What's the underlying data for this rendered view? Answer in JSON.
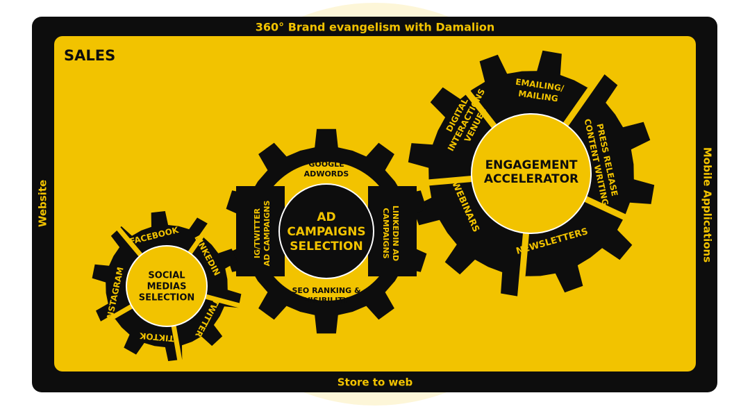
{
  "frame": {
    "top_title": "360° Brand evangelism with Damalion",
    "bottom_title": "Store to web",
    "left_title": "Website",
    "right_title": "Mobile Applications",
    "section_label": "SALES"
  },
  "colors": {
    "accent": "#F2C300",
    "dark": "#0d0d0d",
    "background": "#ffffff"
  },
  "gears": {
    "social": {
      "center": [
        "SOCIAL",
        "MEDIAS",
        "SELECTION"
      ],
      "items": [
        "FACEBOOK",
        "LINKEDIN",
        "TWITTER",
        "TIKTOK",
        "INSTAGRAM"
      ]
    },
    "ads": {
      "center": [
        "AD",
        "CAMPAIGNS",
        "SELECTION"
      ],
      "top": [
        "GOOGLE",
        "ADWORDS"
      ],
      "bottom": [
        "SEO RANKING &",
        "VISIBILITY"
      ],
      "left": [
        "IG/TWITTER",
        "AD CAMPAIGNS"
      ],
      "right": [
        "LINKEDIN AD",
        "CAMPAIGNS"
      ]
    },
    "engagement": {
      "center": [
        "ENGAGEMENT",
        "ACCELERATOR"
      ],
      "emailing": [
        "EMAILING/",
        "MAILING"
      ],
      "press": [
        "PRESS RELEASE",
        "CONTENT WRITING"
      ],
      "newsletters": "NEWSLETTERS",
      "webinars": "WEBINARS",
      "digital": [
        "DIGITAL",
        "INTERACTIONS",
        "VENUES"
      ]
    }
  }
}
